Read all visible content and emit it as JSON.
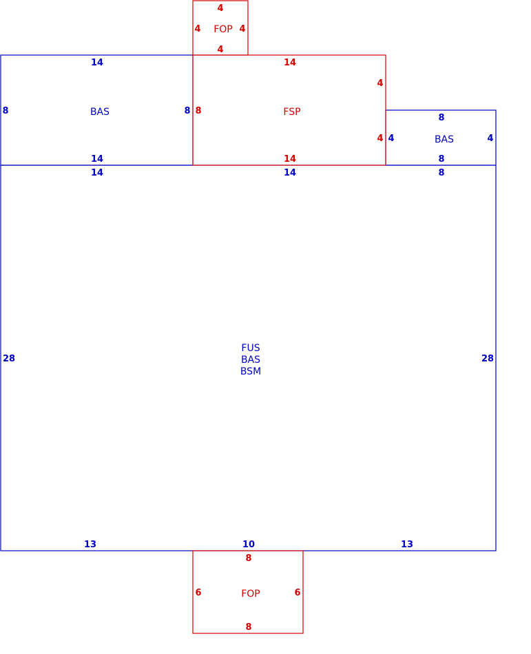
{
  "colors": {
    "living_area": "#0000c0",
    "porch_area": "#d40000"
  },
  "areas": {
    "fop_top": {
      "name": "FOP",
      "dims": {
        "top": "4",
        "bottom": "4",
        "left": "4",
        "right": "4"
      }
    },
    "bas_left": {
      "name": "BAS",
      "dims": {
        "top": "14",
        "bottom": "14",
        "left": "8",
        "right": "8"
      }
    },
    "fsp": {
      "name": "FSP",
      "dims": {
        "top": "14",
        "bottom": "14",
        "left": "8",
        "right_upper": "4",
        "right_lower": "4"
      }
    },
    "bas_right": {
      "name": "BAS",
      "dims": {
        "top": "8",
        "bottom": "8",
        "left": "4",
        "right": "4"
      }
    },
    "main": {
      "name_lines": [
        "FUS",
        "BAS",
        "BSM"
      ],
      "dims": {
        "top_left": "14",
        "top_middle": "14",
        "top_right": "8",
        "left": "28",
        "right": "28",
        "bottom_left": "13",
        "bottom_middle": "10",
        "bottom_right": "13"
      }
    },
    "fop_bottom": {
      "name": "FOP",
      "dims": {
        "top": "8",
        "bottom": "8",
        "left": "6",
        "right": "6"
      }
    }
  }
}
